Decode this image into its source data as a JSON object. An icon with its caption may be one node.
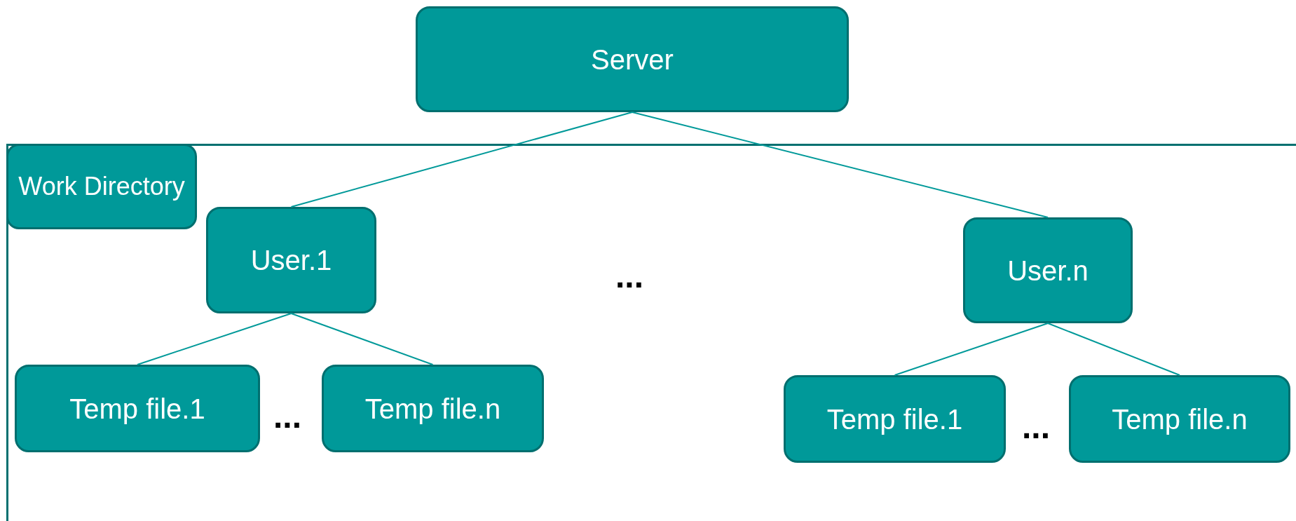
{
  "diagram": {
    "nodes": [
      {
        "text": [
          "Server"
        ]
      },
      {
        "text": [
          "Work Directory"
        ]
      },
      {
        "text": [
          "User.1"
        ],
        "in": 1
      },
      {
        "text": [
          "User.n"
        ],
        "in": 1
      },
      {
        "text": [
          "Temp file.1"
        ],
        "in": 1
      },
      {
        "text": [
          "Temp file.n"
        ],
        "in": 1
      },
      {
        "text": [
          "Temp file.1"
        ],
        "in": 1
      },
      {
        "text": [
          "Temp file.n"
        ],
        "in": 1
      }
    ],
    "edges": [
      {
        "from": 0,
        "to": 2,
        "arrow": "none"
      },
      {
        "from": 0,
        "to": 3,
        "arrow": "none"
      },
      {
        "from": 2,
        "to": 4,
        "arrow": "none"
      },
      {
        "from": 2,
        "to": 5,
        "arrow": "none"
      },
      {
        "from": 3,
        "to": 6,
        "arrow": "none"
      },
      {
        "from": 3,
        "to": 7,
        "arrow": "none"
      }
    ],
    "labels": [
      "...",
      "...",
      "..."
    ]
  }
}
